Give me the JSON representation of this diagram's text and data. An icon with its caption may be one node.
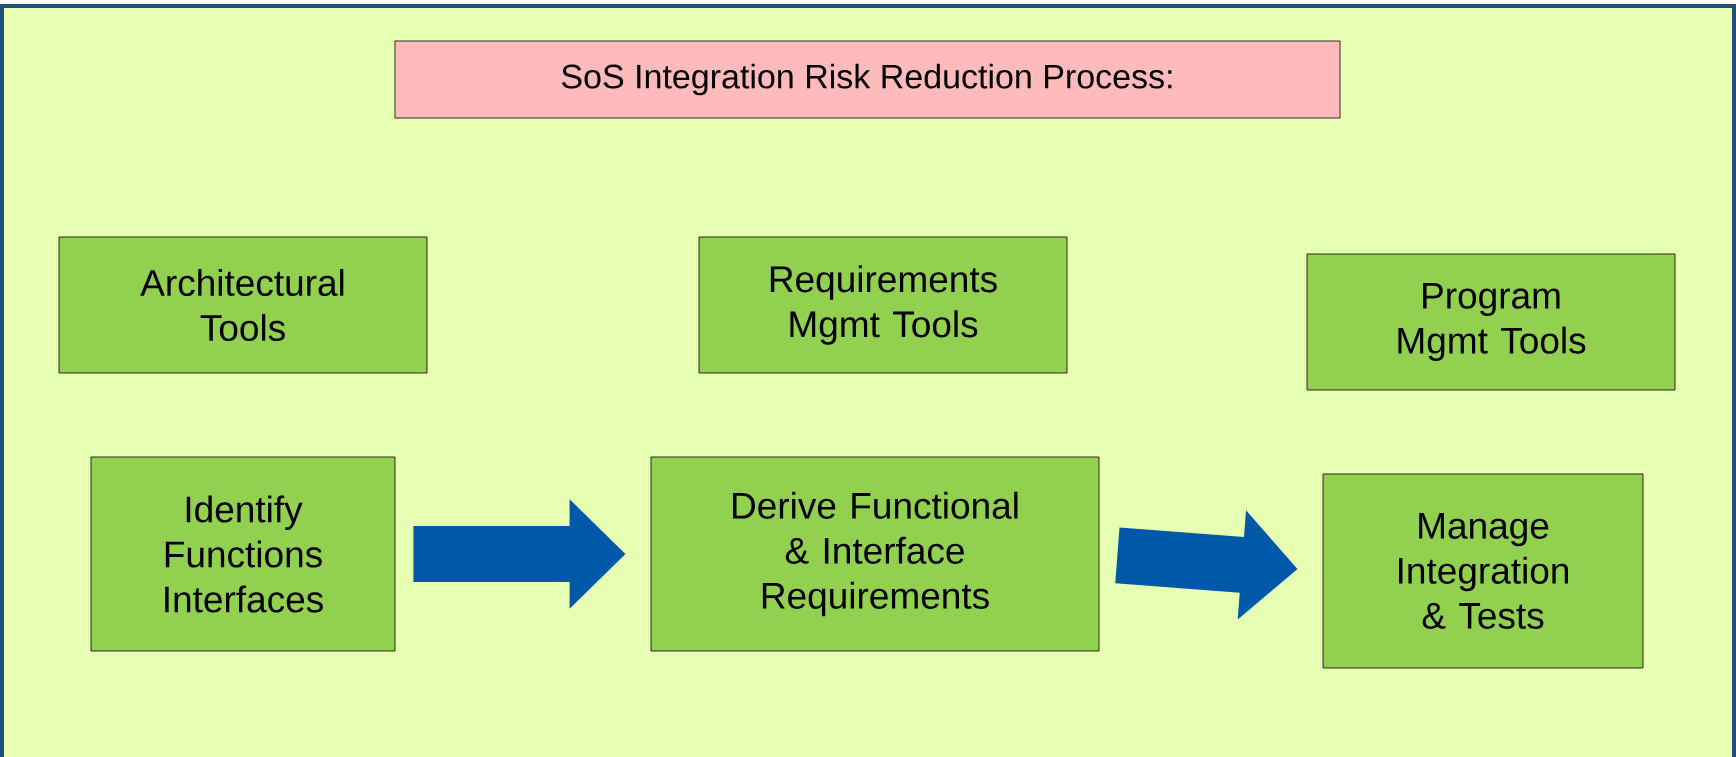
{
  "diagram": {
    "title": "SoS Integration Risk Reduction Process:",
    "nodes": [
      {
        "text": [
          "Architectural Tools"
        ]
      },
      {
        "text": [
          "Requirements Mgmt Tools"
        ]
      },
      {
        "text": [
          "Program Mgmt Tools"
        ]
      },
      {
        "text": [
          "Identify Functions Interfaces"
        ]
      },
      {
        "text": [
          "Derive Functional & Interface Requirements"
        ]
      },
      {
        "text": [
          "Manage Integration & Tests"
        ]
      }
    ],
    "edges": [
      {
        "from": 3,
        "to": 4,
        "arrow": "to"
      },
      {
        "from": 4,
        "to": 5,
        "arrow": "to"
      }
    ]
  }
}
